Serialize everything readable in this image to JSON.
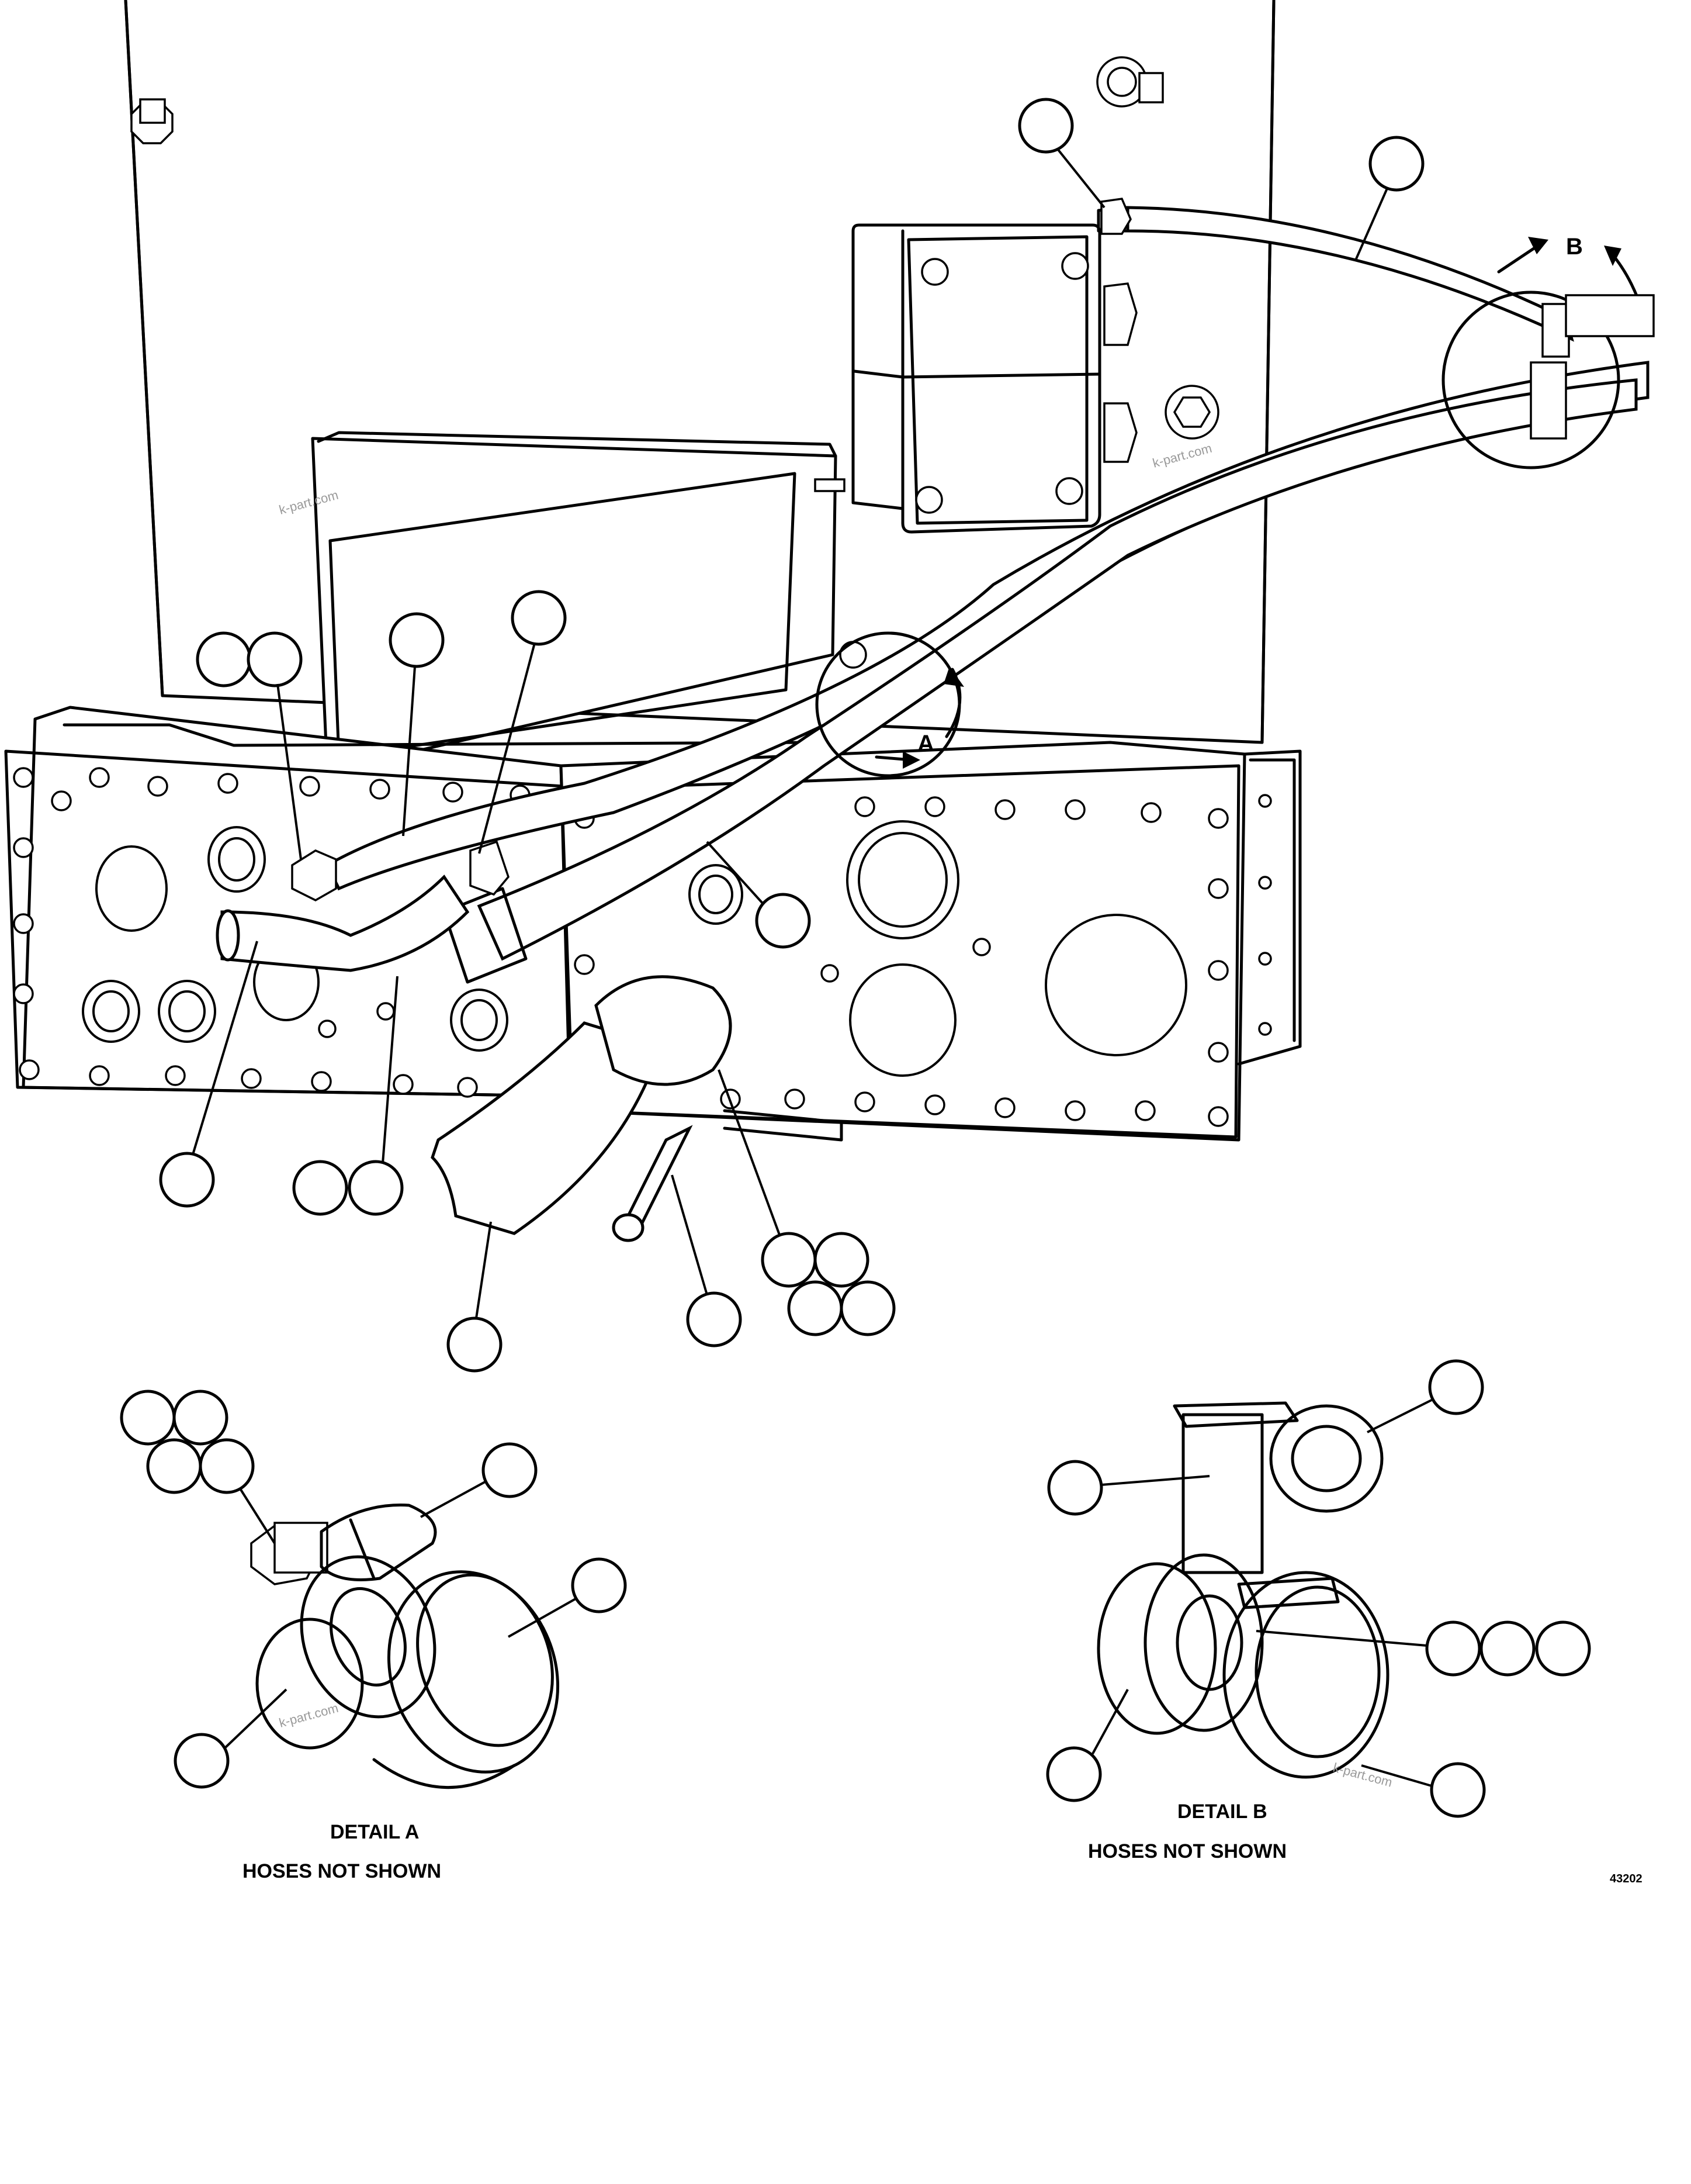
{
  "view_labels": {
    "a": "A",
    "b": "B"
  },
  "details": {
    "a": {
      "title": "DETAIL A",
      "note": "HOSES NOT SHOWN"
    },
    "b": {
      "title": "DETAIL B",
      "note": "HOSES NOT SHOWN"
    }
  },
  "figure_number": "43202",
  "watermark": "k-part.com"
}
